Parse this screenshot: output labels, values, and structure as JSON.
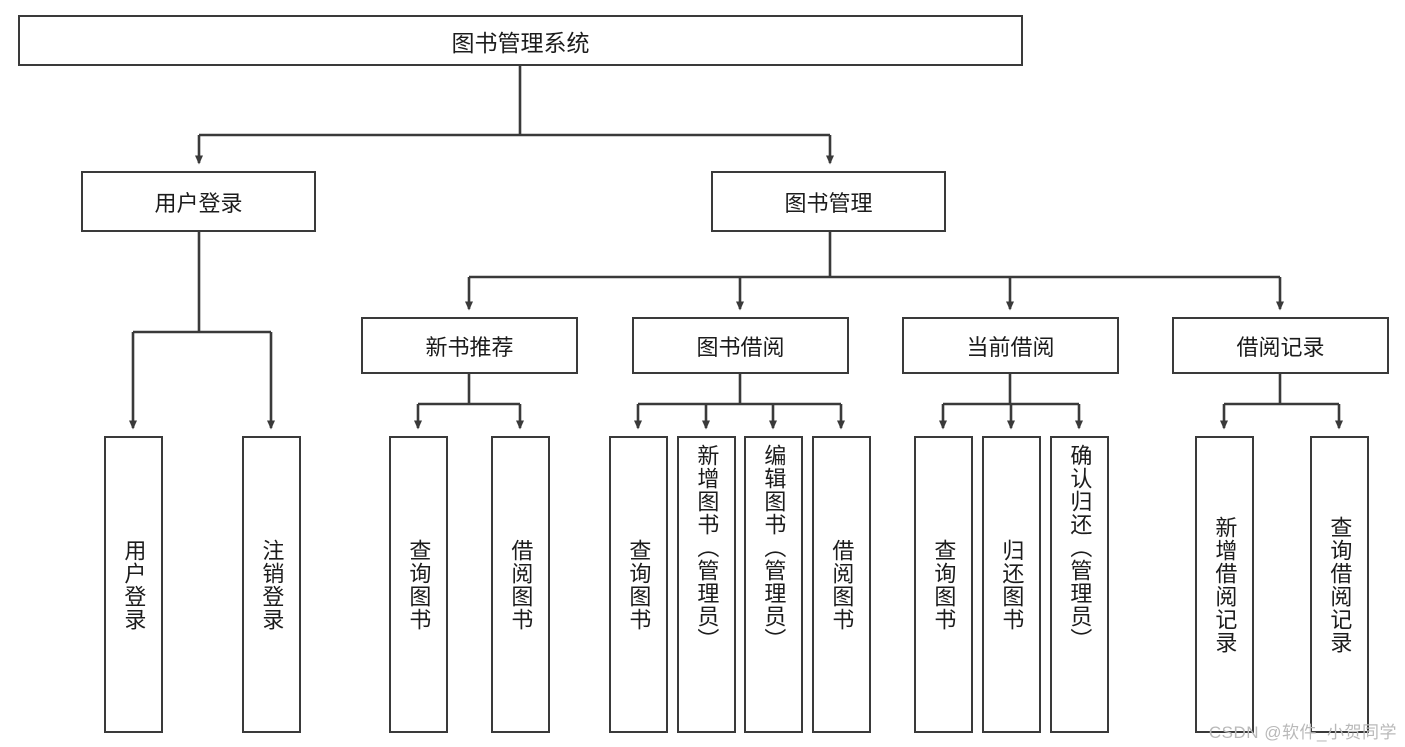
{
  "diagram": {
    "type": "hierarchy-tree",
    "title": "图书管理系统",
    "watermark": "CSDN @软件_小贺同学",
    "colors": {
      "box_border": "#3a3a3a",
      "box_fill": "#ffffff",
      "connector": "#3a3a3a",
      "text": "#1c1c1c",
      "watermark": "#b9b9b9"
    },
    "nodes": {
      "root": {
        "label": "图书管理系统"
      },
      "level2": [
        {
          "label": "用户登录"
        },
        {
          "label": "图书管理"
        }
      ],
      "level3": [
        {
          "label": "新书推荐"
        },
        {
          "label": "图书借阅"
        },
        {
          "label": "当前借阅"
        },
        {
          "label": "借阅记录"
        }
      ],
      "leaves": {
        "user_login": [
          {
            "label": "用户登录"
          },
          {
            "label": "注销登录"
          }
        ],
        "new_book_recommend": [
          {
            "label": "查询图书"
          },
          {
            "label": "借阅图书"
          }
        ],
        "book_borrow": [
          {
            "label": "查询图书"
          },
          {
            "label": "新增图书（管理员）"
          },
          {
            "label": "编辑图书（管理员）"
          },
          {
            "label": "借阅图书"
          }
        ],
        "current_borrow": [
          {
            "label": "查询图书"
          },
          {
            "label": "归还图书"
          },
          {
            "label": "确认归还（管理员）"
          }
        ],
        "borrow_record": [
          {
            "label": "新增借阅记录"
          },
          {
            "label": "查询借阅记录"
          }
        ]
      }
    }
  }
}
